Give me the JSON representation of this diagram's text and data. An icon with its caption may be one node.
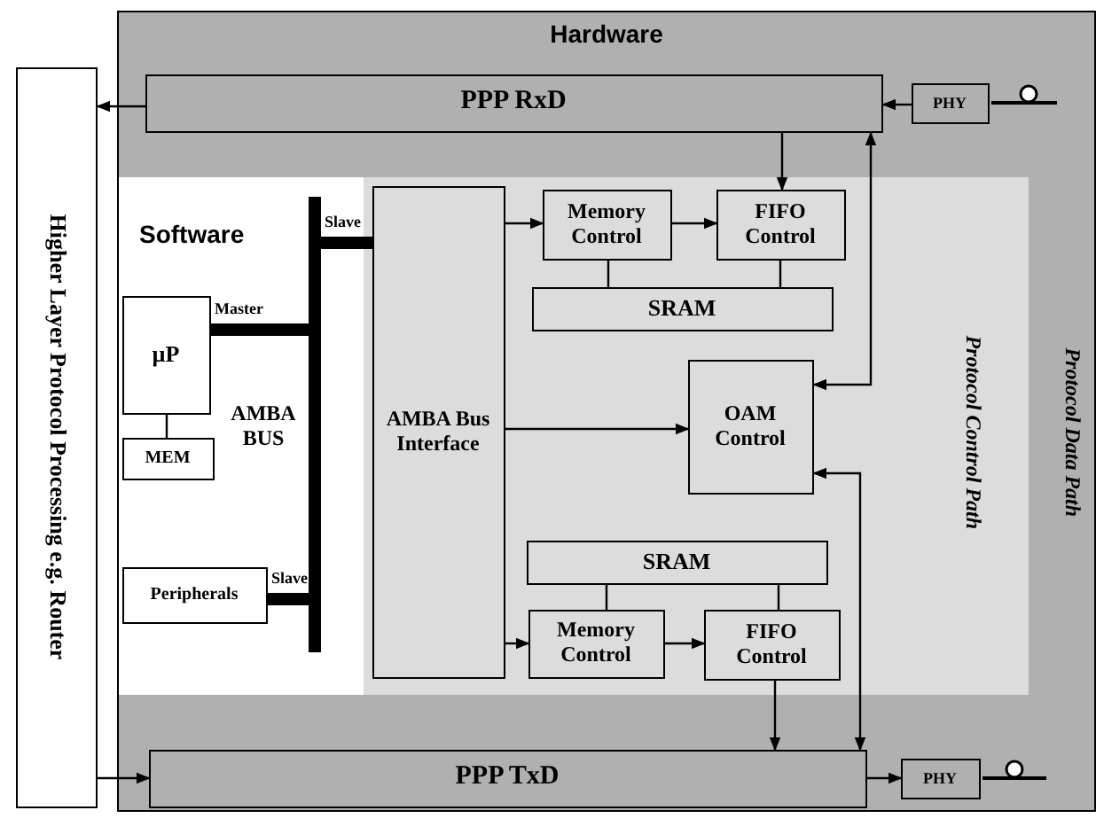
{
  "diagram": {
    "nodes": [
      {
        "text": [
          "Higher Layer Protocol Processing e.g. Router"
        ]
      },
      {
        "text": [
          "Hardware",
          "Protocol Data Path"
        ]
      },
      {
        "text": [
          "PPP RxD"
        ],
        "in": 1
      },
      {
        "text": [
          "PHY"
        ],
        "in": 1
      },
      {
        "text": [
          "Software"
        ],
        "in": 1
      },
      {
        "text": [
          "µP"
        ],
        "in": 4
      },
      {
        "text": [
          "MEM"
        ],
        "in": 4
      },
      {
        "text": [],
        "shape": "bar",
        "beside": [
          "AMBA BUS"
        ],
        "in": 4
      },
      {
        "text": [
          "Peripherals"
        ],
        "in": 4
      },
      {
        "text": [
          "Protocol Control Path"
        ],
        "in": 1
      },
      {
        "text": [
          "AMBA Bus Interface"
        ],
        "in": 9
      },
      {
        "text": [
          "Memory Control"
        ],
        "in": 9
      },
      {
        "text": [
          "FIFO Control"
        ],
        "in": 9
      },
      {
        "text": [
          "SRAM"
        ],
        "in": 9
      },
      {
        "text": [
          "OAM Control"
        ],
        "in": 9
      },
      {
        "text": [
          "SRAM"
        ],
        "in": 9
      },
      {
        "text": [
          "Memory Control"
        ],
        "in": 9
      },
      {
        "text": [
          "FIFO Control"
        ],
        "in": 9
      },
      {
        "text": [
          "PPP TxD"
        ],
        "in": 1
      },
      {
        "text": [
          "PHY"
        ],
        "in": 1
      }
    ],
    "edges": [
      {
        "from": 2,
        "to": 0,
        "arrow": "to"
      },
      {
        "from": 3,
        "to": 2,
        "arrow": "to"
      },
      {
        "from": 2,
        "to": 12,
        "arrow": "to"
      },
      {
        "from": 14,
        "to": 2,
        "arrow": "both"
      },
      {
        "from": 10,
        "to": 11,
        "arrow": "to"
      },
      {
        "from": 11,
        "to": 12,
        "arrow": "to"
      },
      {
        "from": 11,
        "to": 13,
        "arrow": "none"
      },
      {
        "from": 12,
        "to": 13,
        "arrow": "none"
      },
      {
        "from": 10,
        "to": 14,
        "arrow": "to"
      },
      {
        "from": 14,
        "to": 18,
        "arrow": "both"
      },
      {
        "from": 15,
        "to": 16,
        "arrow": "none"
      },
      {
        "from": 15,
        "to": 17,
        "arrow": "none"
      },
      {
        "from": 10,
        "to": 16,
        "arrow": "to"
      },
      {
        "from": 16,
        "to": 17,
        "arrow": "to"
      },
      {
        "from": 17,
        "to": 18,
        "arrow": "to"
      },
      {
        "from": 18,
        "to": 19,
        "arrow": "to"
      },
      {
        "from": 0,
        "to": 18,
        "arrow": "to"
      },
      {
        "from": 5,
        "to": 6,
        "arrow": "none"
      },
      {
        "from": 5,
        "to": 7,
        "arrow": "none",
        "style": "thick",
        "label": "Master"
      },
      {
        "from": 8,
        "to": 7,
        "arrow": "none",
        "style": "thick",
        "label": "Slave"
      },
      {
        "from": 10,
        "to": 7,
        "arrow": "none",
        "style": "thick",
        "label": "Slave"
      }
    ]
  }
}
